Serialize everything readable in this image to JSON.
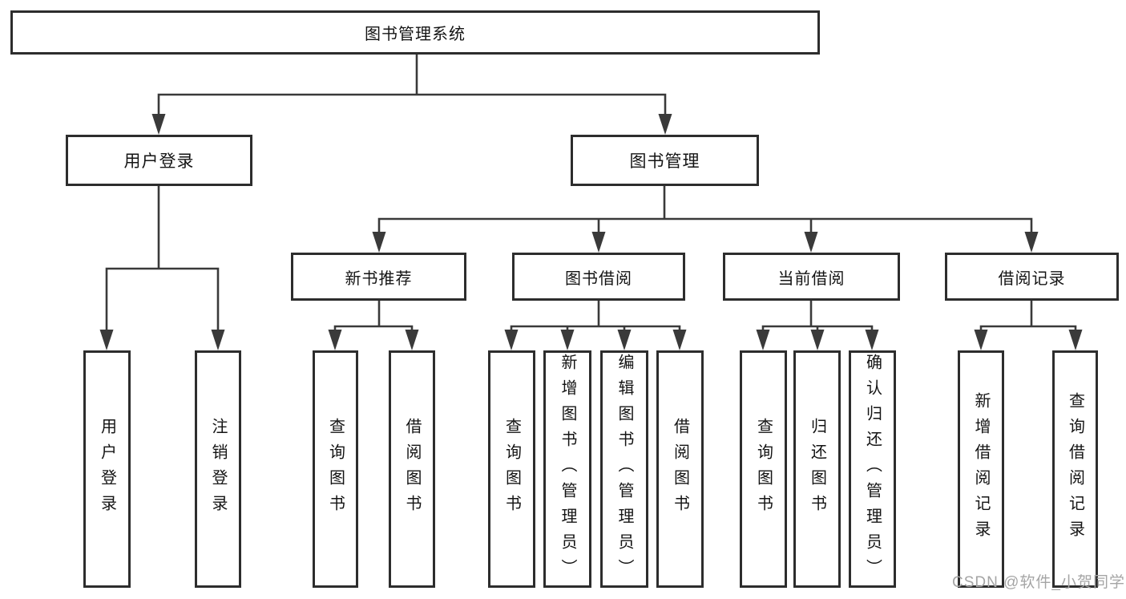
{
  "colors": {
    "background": "#ffffff",
    "box_border": "#2d2d2d",
    "connector_line": "#3a3a3a",
    "text": "#141414",
    "watermark": "#a5a5a5"
  },
  "watermark": {
    "text": "CSDN @软件_小贺同学"
  },
  "tree": {
    "label": "图书管理系统",
    "children": [
      {
        "label": "用户登录",
        "children": [
          {
            "label": "用户登录"
          },
          {
            "label": "注销登录"
          }
        ]
      },
      {
        "label": "图书管理",
        "children": [
          {
            "label": "新书推荐",
            "children": [
              {
                "label": "查询图书"
              },
              {
                "label": "借阅图书"
              }
            ]
          },
          {
            "label": "图书借阅",
            "children": [
              {
                "label": "查询图书"
              },
              {
                "label": "新增图书（管理员）"
              },
              {
                "label": "编辑图书（管理员）"
              },
              {
                "label": "借阅图书"
              }
            ]
          },
          {
            "label": "当前借阅",
            "children": [
              {
                "label": "查询图书"
              },
              {
                "label": "归还图书"
              },
              {
                "label": "确认归还（管理员）"
              }
            ]
          },
          {
            "label": "借阅记录",
            "children": [
              {
                "label": "新增借阅记录"
              },
              {
                "label": "查询借阅记录"
              }
            ]
          }
        ]
      }
    ]
  }
}
